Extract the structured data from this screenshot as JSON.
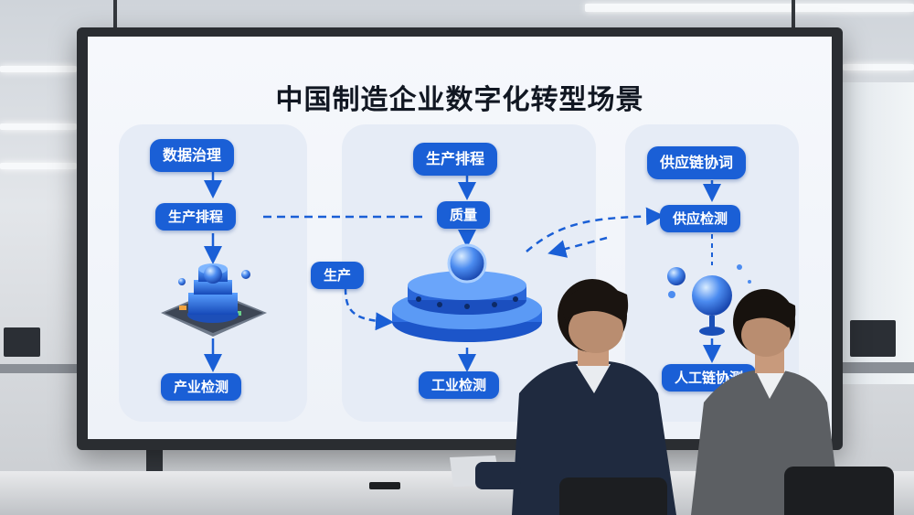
{
  "slide": {
    "title": "中国制造企业数字化转型场景"
  },
  "left_panel": {
    "box1": "数据治理",
    "box2": "生产排程",
    "box3": "产业检测"
  },
  "middle_panel": {
    "box1": "生产排程",
    "box2": "质量",
    "side_box": "生产",
    "box3": "工业检测"
  },
  "right_panel": {
    "box1": "供应链协词",
    "box2": "供应检测",
    "box3": "人工链协测"
  },
  "colors": {
    "accent": "#1a5fd6",
    "panel": "#e6ecf6"
  }
}
